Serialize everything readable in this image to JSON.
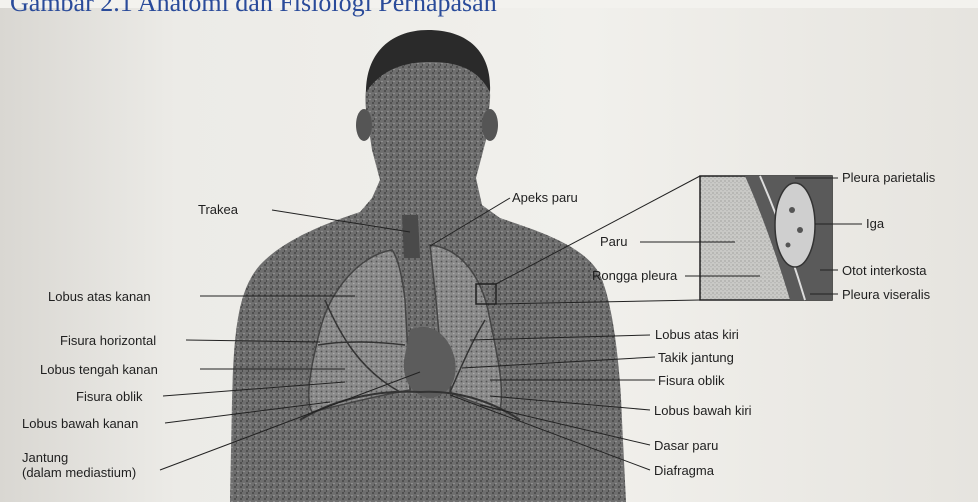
{
  "caption": "Gambar 2.1 Anatomi dan Fisiologi Pernapasan",
  "labels_left": {
    "trakea": "Trakea",
    "lobus_atas_kanan": "Lobus atas kanan",
    "fisura_horizontal": "Fisura horizontal",
    "lobus_tengah_kanan": "Lobus tengah kanan",
    "fisura_oblik_kanan": "Fisura oblik",
    "lobus_bawah_kanan": "Lobus bawah kanan",
    "jantung_line1": "Jantung",
    "jantung_line2": "(dalam mediastium)"
  },
  "labels_right": {
    "apeks_paru": "Apeks paru",
    "lobus_atas_kiri": "Lobus atas kiri",
    "takik_jantung": "Takik jantung",
    "fisura_oblik_kiri": "Fisura oblik",
    "lobus_bawah_kiri": "Lobus bawah kiri",
    "dasar_paru": "Dasar paru",
    "diafragma": "Diafragma"
  },
  "inset_labels": {
    "paru": "Paru",
    "rongga_pleura": "Rongga pleura",
    "pleura_parietalis": "Pleura parietalis",
    "iga": "Iga",
    "otot_interkosta": "Otot interkosta",
    "pleura_viseralis": "Pleura viseralis"
  }
}
